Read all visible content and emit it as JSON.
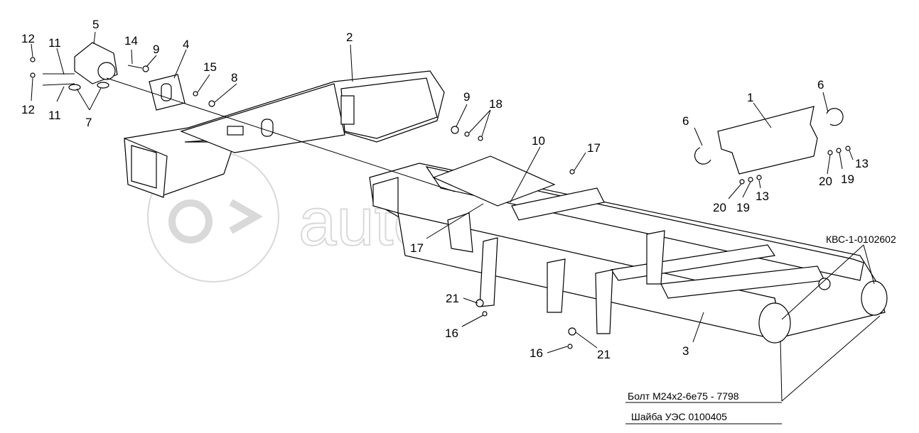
{
  "labels": {
    "l1": "1",
    "l2": "2",
    "l3": "3",
    "l4": "4",
    "l5": "5",
    "l6a": "6",
    "l6b": "6",
    "l7": "7",
    "l8": "8",
    "l9a": "9",
    "l9b": "9",
    "l10": "10",
    "l11a": "11",
    "l11b": "11",
    "l12a": "12",
    "l12b": "12",
    "l13a": "13",
    "l13b": "13",
    "l14": "14",
    "l15": "15",
    "l16a": "16",
    "l16b": "16",
    "l17a": "17",
    "l17b": "17",
    "l18": "18",
    "l19a": "19",
    "l19b": "19",
    "l20a": "20",
    "l20b": "20",
    "l21a": "21",
    "l21b": "21",
    "kbc": "КВС-1-0102602",
    "bolt": "Болт М24х2-6е75 - 7798",
    "washer": "Шайба УЭС 0100405"
  },
  "watermark": "autopiter.ru",
  "colors": {
    "line": "#000000",
    "background": "#ffffff",
    "watermark": "#d9d9d9"
  }
}
